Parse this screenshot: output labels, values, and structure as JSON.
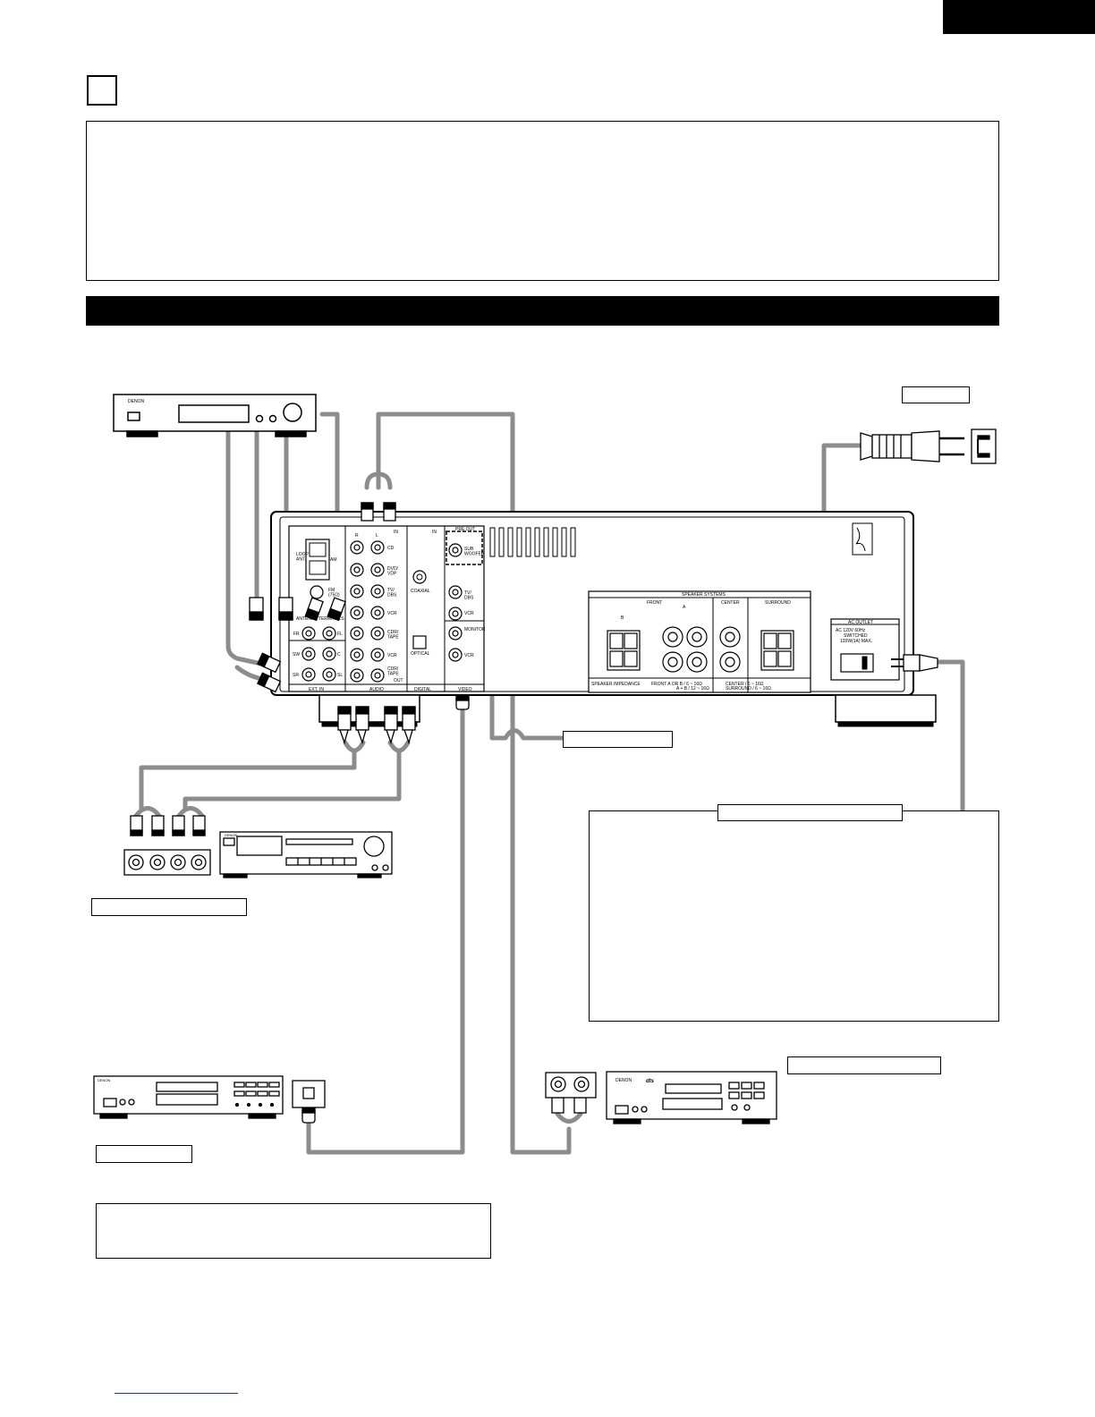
{
  "receiver_panel": {
    "jack_labels": {
      "loop_antenna": "LOOP\nANT.",
      "am": "AM",
      "fm": "FM\n(75Ω)",
      "antenna_terminals": "ANTENNA TERMINALS",
      "fr": "FR",
      "fl": "FL",
      "sw": "SW",
      "c": "C",
      "sr": "SR",
      "sl": "SL",
      "ext_in": "EXT. IN",
      "r": "R",
      "l": "L",
      "in": "IN",
      "cd": "CD",
      "dvd_vdp": "DVD/\nVDP",
      "tv_dbs": "TV/\nDBS",
      "vcr": "VCR",
      "cdr_tape": "CDR/\nTAPE",
      "out": "OUT",
      "audio": "AUDIO",
      "coaxial": "COAXIAL",
      "optical": "OPTICAL",
      "digital": "DIGITAL",
      "pre_out": "PRE OUT",
      "sub_woofer": "SUB\nWOOFER",
      "monitor": "MONITOR",
      "video": "VIDEO"
    },
    "speaker_systems": {
      "title": "SPEAKER SYSTEMS",
      "front": "FRONT",
      "center": "CENTER",
      "surround": "SURROUND",
      "a": "A",
      "b": "B",
      "impedance": "SPEAKER IMPEDANCE",
      "front_ab": "FRONT  A OR B  / 6 ~ 16Ω",
      "front_a_b": "A + B  / 12 ~ 16Ω",
      "center_imp": "CENTER  / 6 ~ 16Ω",
      "surround_imp": "SURROUND  / 6 ~ 16Ω"
    },
    "ac_outlet": {
      "title": "AC OUTLET",
      "line1": "AC 120V 60Hz",
      "line2": "SWITCHED",
      "line3": "120W(1A) MAX."
    }
  },
  "devices": {
    "tuner_brand": "DENON",
    "tape_brand": "DENON",
    "cd_brand": "DENON",
    "dvd_brand": "DENON",
    "dvd_logo": "dts"
  }
}
